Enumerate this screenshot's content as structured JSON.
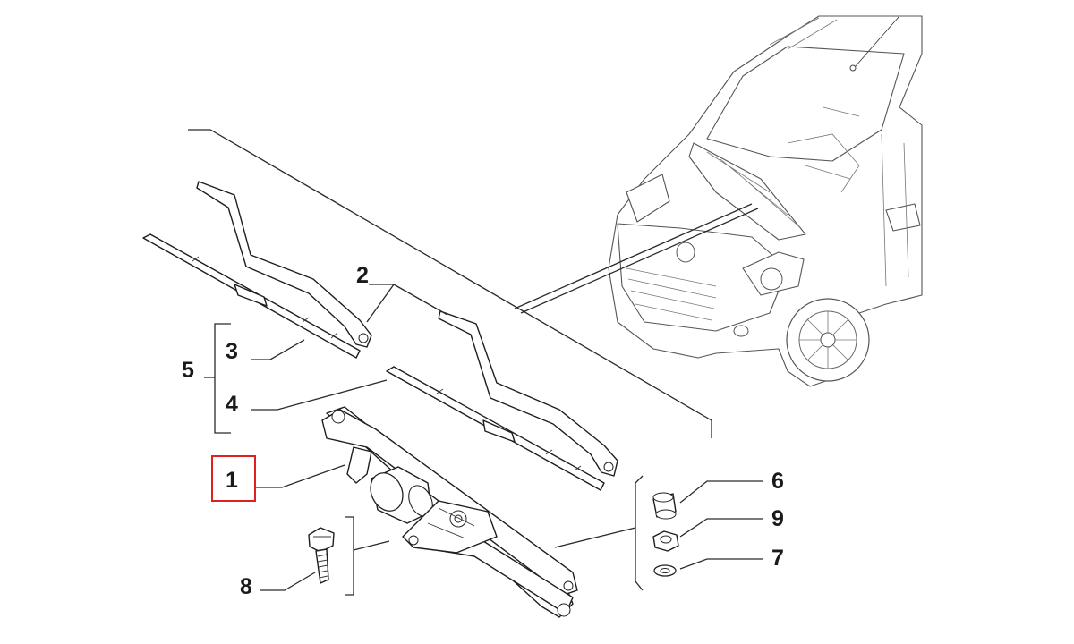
{
  "diagram": {
    "callouts": [
      {
        "id": "c1",
        "label": "1",
        "highlighted": true
      },
      {
        "id": "c2",
        "label": "2"
      },
      {
        "id": "c3",
        "label": "3"
      },
      {
        "id": "c4",
        "label": "4"
      },
      {
        "id": "c5",
        "label": "5"
      },
      {
        "id": "c6",
        "label": "6"
      },
      {
        "id": "c7",
        "label": "7"
      },
      {
        "id": "c8",
        "label": "8"
      },
      {
        "id": "c9",
        "label": "9"
      }
    ],
    "highlight_color": "#e02020",
    "line_color": "#2a2a2a"
  }
}
